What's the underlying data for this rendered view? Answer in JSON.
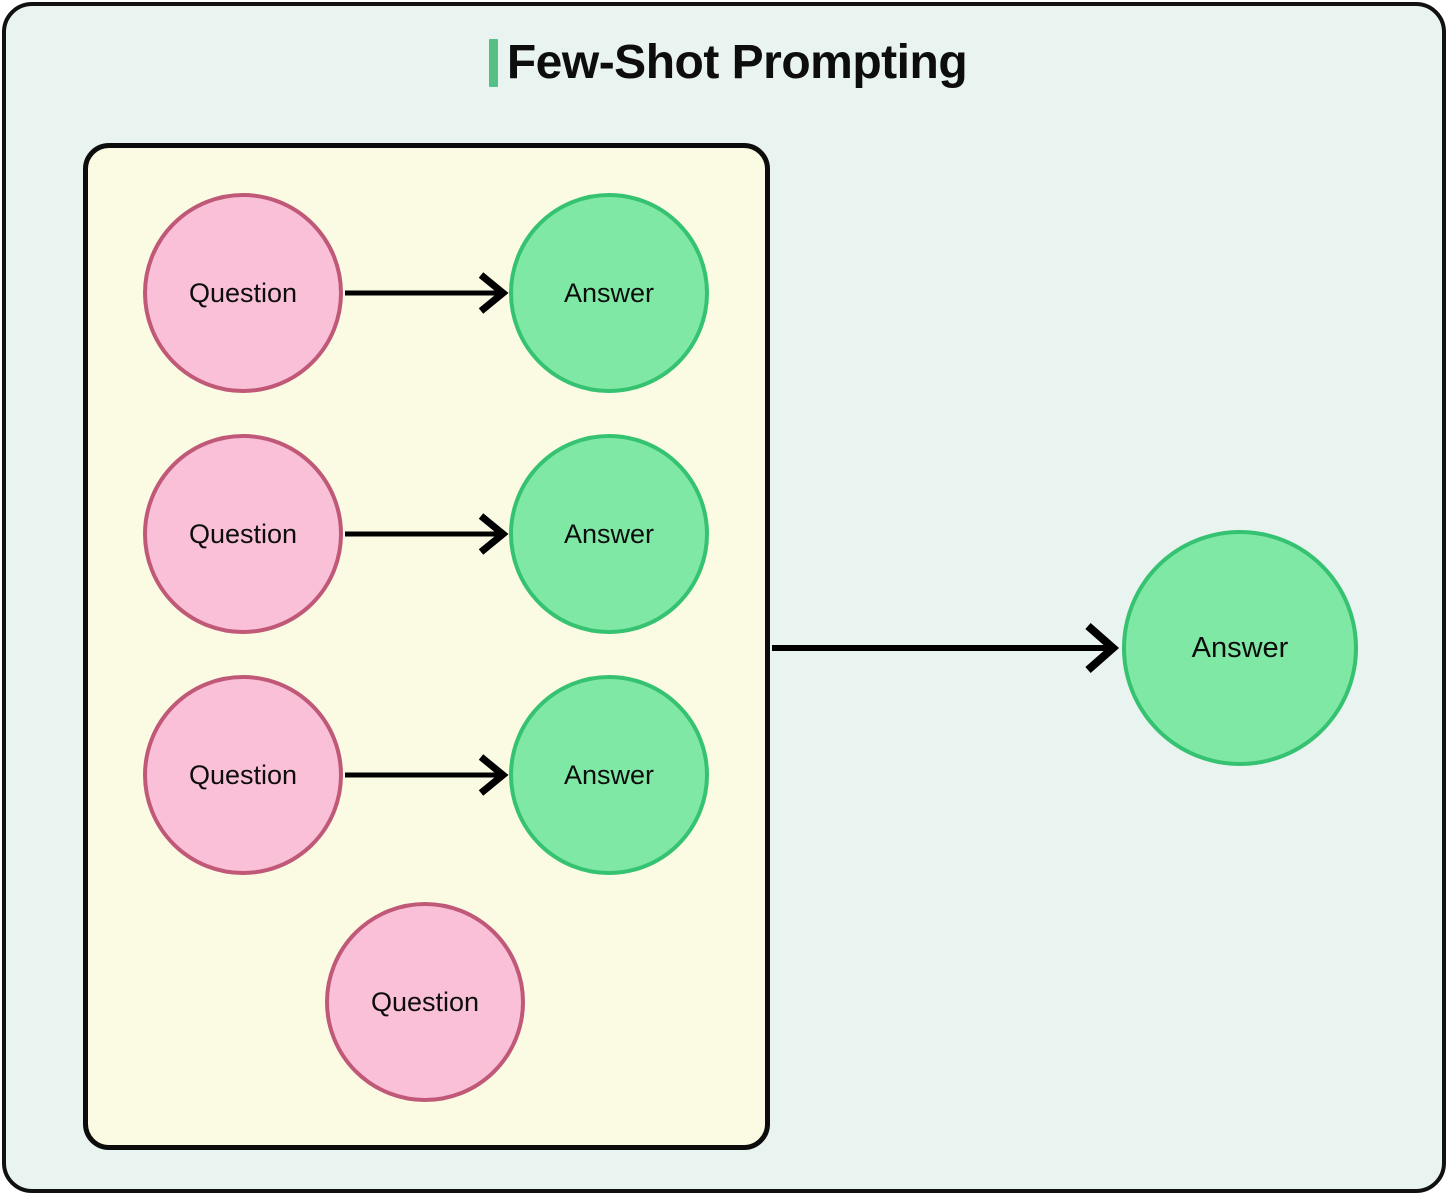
{
  "page": {
    "title": "Few-Shot Prompting",
    "background_color": "#e9f3ef",
    "frame_border_color": "#111111",
    "accent_color": "#55bf85"
  },
  "example_box": {
    "background_color": "#fbfbe4",
    "border_color": "#0c0c0c"
  },
  "palette": {
    "question_fill": "#f9c0d7",
    "question_stroke": "#c05878",
    "answer_fill": "#7fe8a5",
    "answer_stroke": "#35c271",
    "arrow_color": "#000000"
  },
  "nodes": {
    "example_rows": [
      {
        "question_label": "Question",
        "answer_label": "Answer"
      },
      {
        "question_label": "Question",
        "answer_label": "Answer"
      },
      {
        "question_label": "Question",
        "answer_label": "Answer"
      }
    ],
    "query_label": "Question",
    "final_answer_label": "Answer"
  }
}
